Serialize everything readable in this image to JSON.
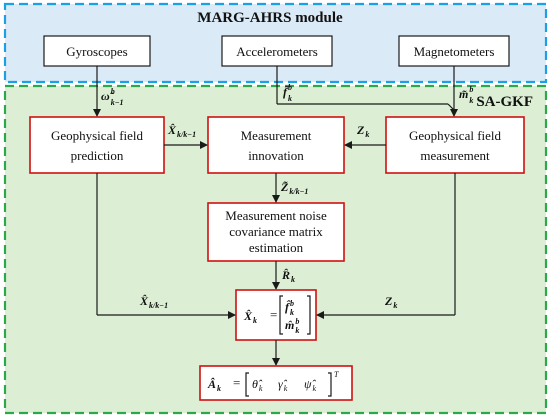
{
  "module": {
    "marg_title": "MARG-AHRS module",
    "sagkf_title": "SA-GKF"
  },
  "sensors": {
    "gyroscopes": "Gyroscopes",
    "accelerometers": "Accelerometers",
    "magnetometers": "Magnetometers"
  },
  "blocks": {
    "prediction": [
      "Geophysical field",
      "prediction"
    ],
    "innovation": [
      "Measurement",
      "innovation"
    ],
    "measurement": [
      "Geophysical field",
      "measurement"
    ],
    "noise": [
      "Measurement noise",
      "covariance matrix",
      "estimation"
    ]
  },
  "colors": {
    "marg_border": "#1aa0e6",
    "marg_fill": "#dbeaf7",
    "sagkf_border": "#2aa84a",
    "sagkf_fill": "#dcefd4",
    "block_border": "#d01010"
  },
  "labels": {
    "omega": "ω̃",
    "omega_sup": "b",
    "omega_sub": "k−1",
    "f": "f̃",
    "f_sup": "b",
    "f_sub": "k",
    "m": "m̃",
    "m_sup": "b",
    "m_sub": "k",
    "Xpred": "X̂",
    "Xpred_sub": "k/k−1",
    "Zk": "Z",
    "Zk_sub": "k",
    "Ztilde": "Z̃",
    "Ztilde_sub": "k/k−1",
    "Rk": "R̂",
    "Rk_sub": "k",
    "Xpred2": "X̂",
    "Xpred2_sub": "k/k−1",
    "Zk2": "Z",
    "Zk2_sub": "k"
  },
  "state": {
    "Xk": "X̂",
    "Xk_sub": "k",
    "eq": "=",
    "f": "f̂",
    "f_sup": "b",
    "f_sub": "k",
    "m": "m̂",
    "m_sup": "b",
    "m_sub": "k"
  },
  "attitude": {
    "A": "Â",
    "A_sub": "k",
    "eq": "=",
    "theta": "θ̂",
    "theta_sub": "k",
    "gamma": "γ̂",
    "gamma_sub": "k",
    "psi": "ψ̂",
    "psi_sub": "k",
    "T": "T"
  }
}
